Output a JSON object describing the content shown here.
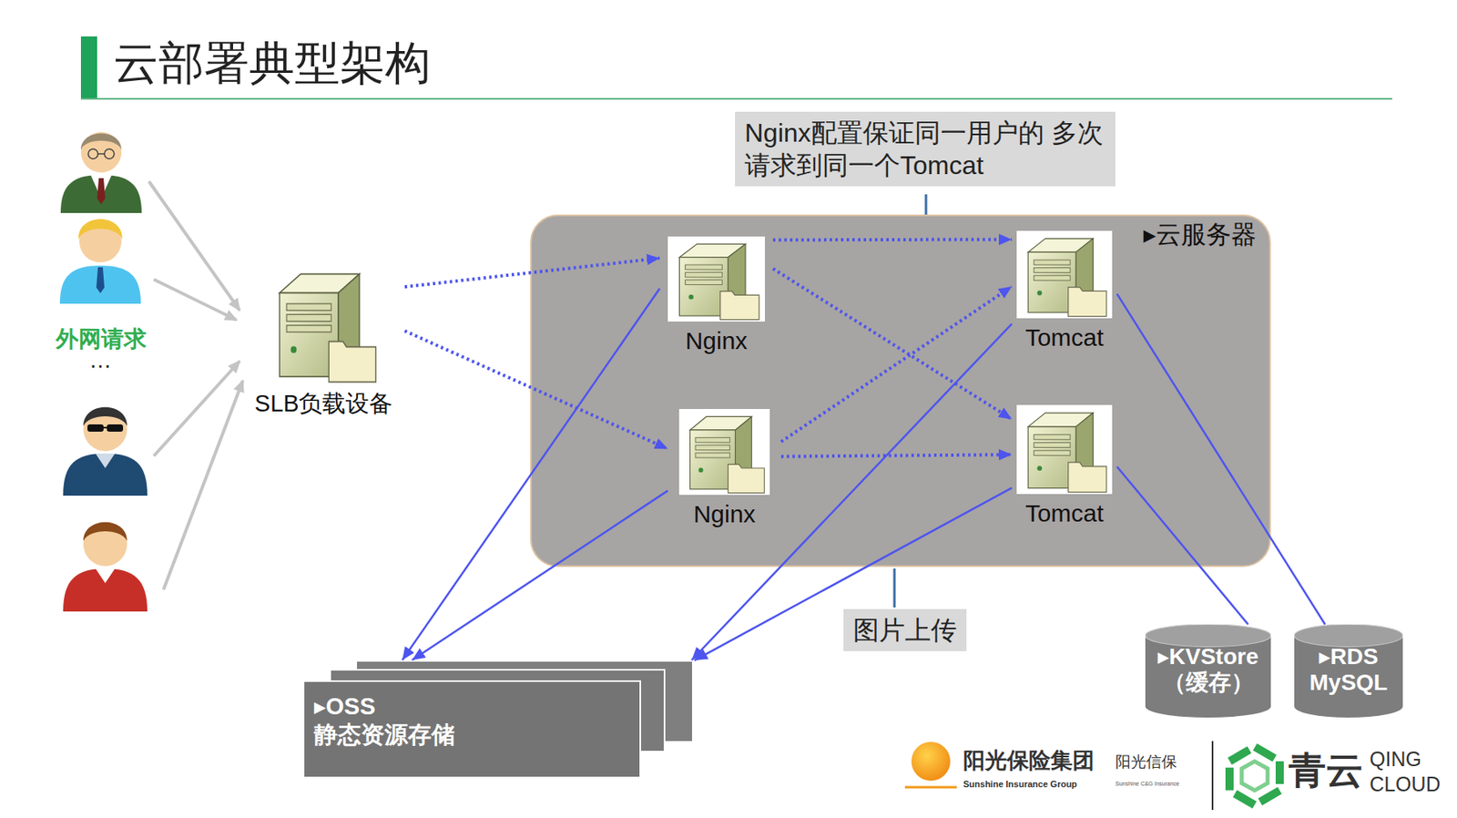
{
  "diagram": {
    "title": "云部署典型架构",
    "nodes": [
      {
        "text": [
          "Nginx配置保证同一用户的 多次请求到同一个Tomcat"
        ]
      },
      {
        "text": [
          "▸云服务器"
        ]
      },
      {
        "text": [
          "Nginx"
        ],
        "in": 1
      },
      {
        "text": [
          "Tomcat"
        ],
        "in": 1
      },
      {
        "text": [
          "Nginx"
        ],
        "in": 1
      },
      {
        "text": [
          "Tomcat"
        ],
        "in": 1
      },
      {
        "text": [
          "SLB负载设备"
        ]
      },
      {
        "text": [
          "图片上传"
        ]
      },
      {
        "text": [
          "▸OSS",
          "静态资源存储"
        ]
      },
      {
        "text": [
          "▸KVStore （缓存）"
        ]
      },
      {
        "text": [
          "▸RDS MySQL"
        ]
      }
    ],
    "edges": [
      {
        "from": 6,
        "to": 2,
        "arrow": "to"
      },
      {
        "from": 6,
        "to": 4,
        "arrow": "to"
      },
      {
        "from": 2,
        "to": 3,
        "arrow": "to"
      },
      {
        "from": 2,
        "to": 5,
        "arrow": "to"
      },
      {
        "from": 4,
        "to": 3,
        "arrow": "to"
      },
      {
        "from": 4,
        "to": 5,
        "arrow": "to"
      },
      {
        "from": 2,
        "to": 8,
        "arrow": "to"
      },
      {
        "from": 4,
        "to": 8,
        "arrow": "to"
      },
      {
        "from": 3,
        "to": 8,
        "arrow": "to"
      },
      {
        "from": 5,
        "to": 8,
        "arrow": "to"
      },
      {
        "from": 3,
        "to": 10,
        "arrow": "none"
      },
      {
        "from": 5,
        "to": 9,
        "arrow": "none"
      }
    ],
    "labels": [
      "外网请求",
      "…",
      "阳光保险集团",
      "阳光信保",
      "Sunshine Insurance Group",
      "Sunshine C&G Insurance",
      "青云",
      "QING",
      "CLOUD"
    ]
  }
}
